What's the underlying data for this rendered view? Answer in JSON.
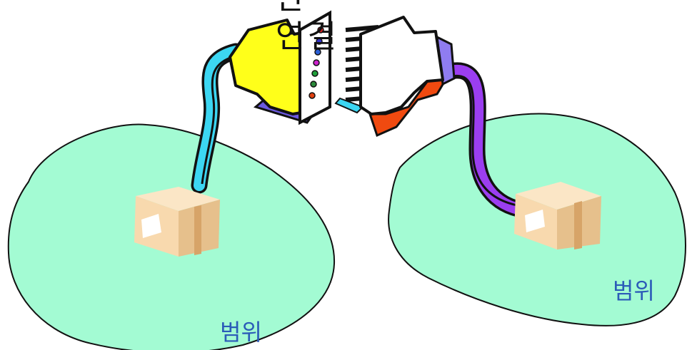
{
  "heading": {
    "line1": "관",
    "line2": "연결"
  },
  "regions": {
    "left_label": "범위",
    "right_label": "범위"
  },
  "colors": {
    "region_fill": "#a3fbd3",
    "label_text": "#2b5bb8",
    "left_cable": "#3cd6f2",
    "right_cable": "#9b3ef0",
    "left_plug": "#ffff1a",
    "right_plug": "#ffffff",
    "plug_shadow_left": "#6b5ae0",
    "plug_shadow_right": "#f04a10",
    "package": "#f8d9ae",
    "package_side": "#e0b07a"
  },
  "icons": {
    "left_package": "package-icon",
    "right_package": "package-icon",
    "connector": "network-connector-icon"
  }
}
